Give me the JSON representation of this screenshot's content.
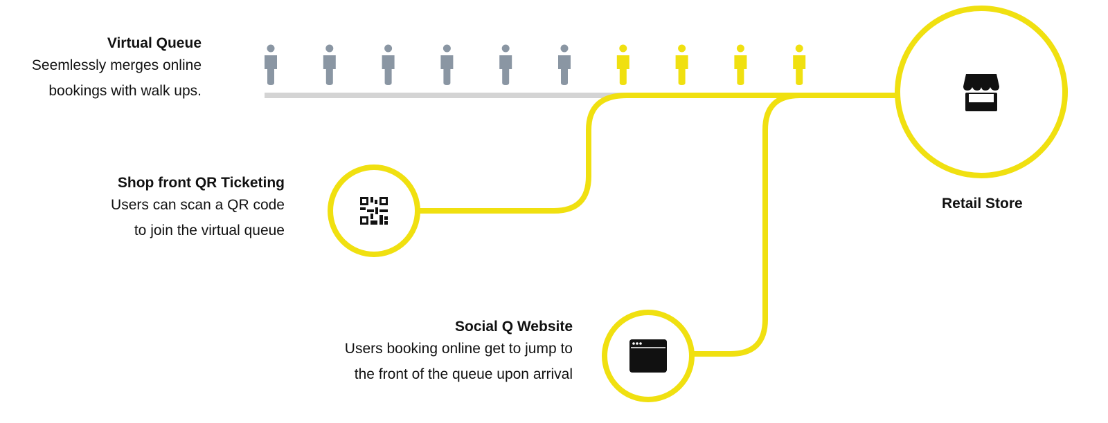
{
  "colors": {
    "accent": "#f0e010",
    "queue_person": "#8a96a3",
    "queue_line": "#d4d4d4",
    "icon": "#111111"
  },
  "virtual_queue": {
    "title": "Virtual Queue",
    "lines": [
      "Seemlessly merges online",
      "bookings with walk ups."
    ],
    "people_grey": 6,
    "people_yellow": 4
  },
  "qr_ticketing": {
    "title": "Shop front QR Ticketing",
    "lines": [
      "Users can scan a QR code",
      "to join the virtual queue"
    ],
    "icon": "qr-code-icon"
  },
  "website": {
    "title": "Social Q Website",
    "lines": [
      "Users booking online get to jump to",
      "the front of the queue upon arrival"
    ],
    "icon": "browser-window-icon"
  },
  "retail_store": {
    "label": "Retail Store",
    "icon": "storefront-icon"
  }
}
